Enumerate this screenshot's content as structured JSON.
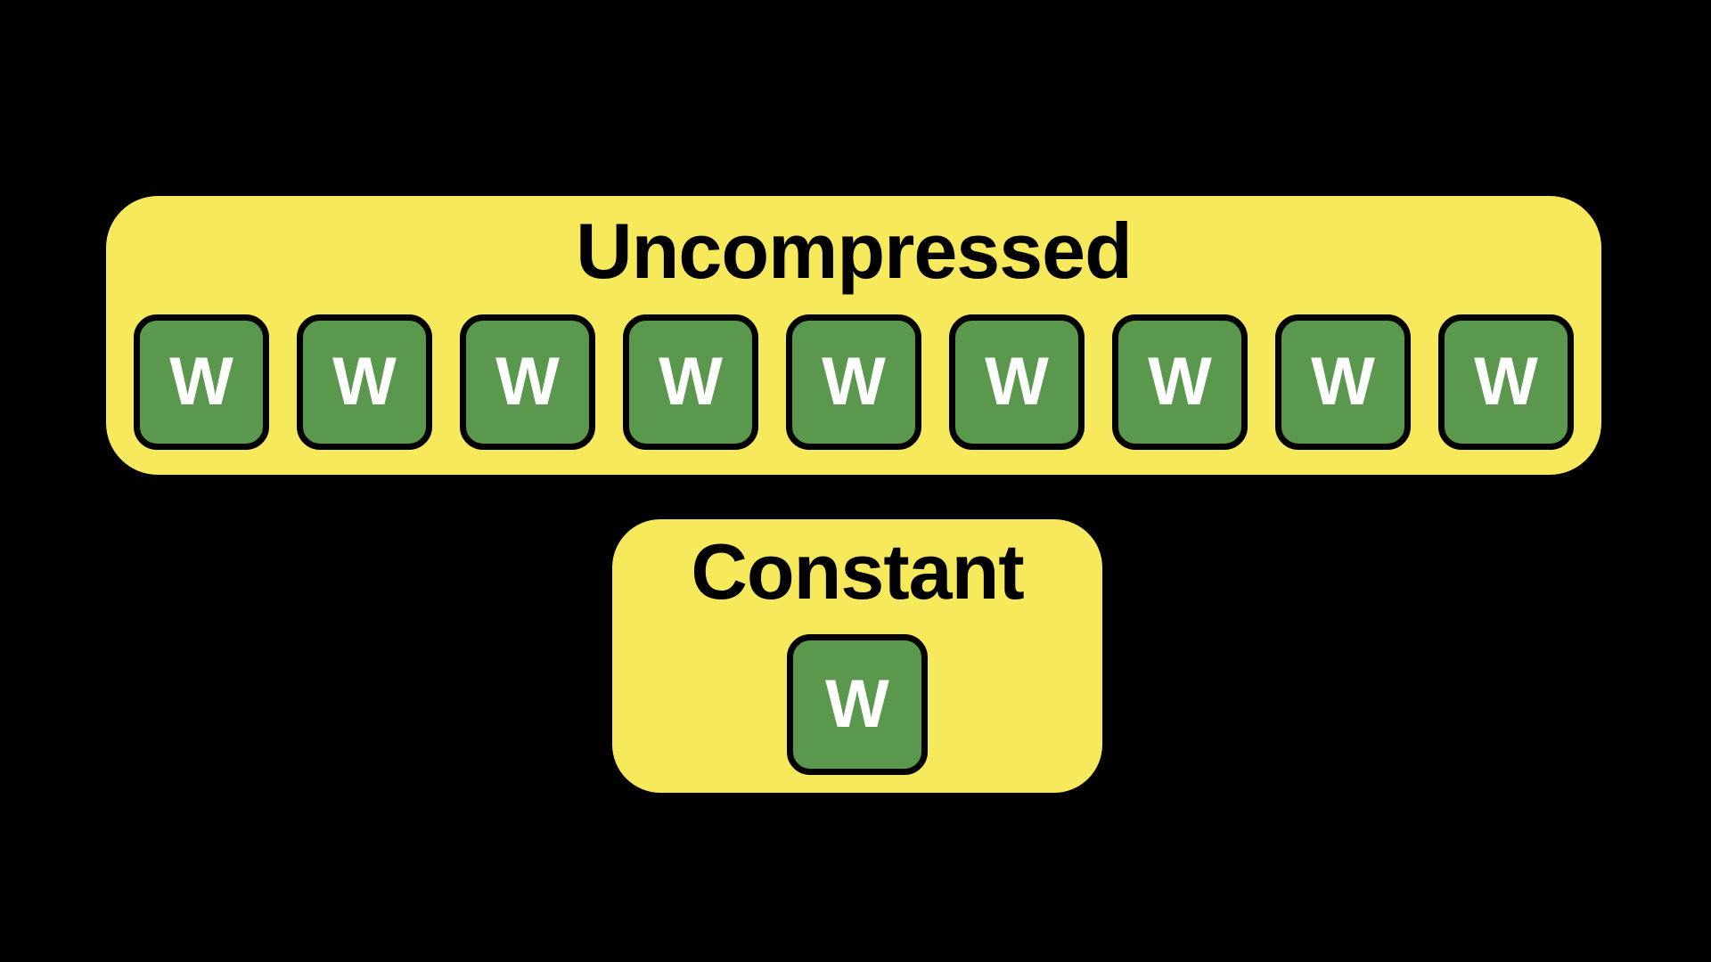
{
  "uncompressed": {
    "title": "Uncompressed",
    "tiles": [
      "W",
      "W",
      "W",
      "W",
      "W",
      "W",
      "W",
      "W",
      "W"
    ]
  },
  "constant": {
    "title": "Constant",
    "tiles": [
      "W"
    ]
  },
  "colors": {
    "background": "#000000",
    "box_fill": "#F6E95C",
    "tile_fill": "#5A994D",
    "tile_border": "#000000",
    "tile_letter": "#FFFFFF",
    "title_color": "#000000"
  }
}
